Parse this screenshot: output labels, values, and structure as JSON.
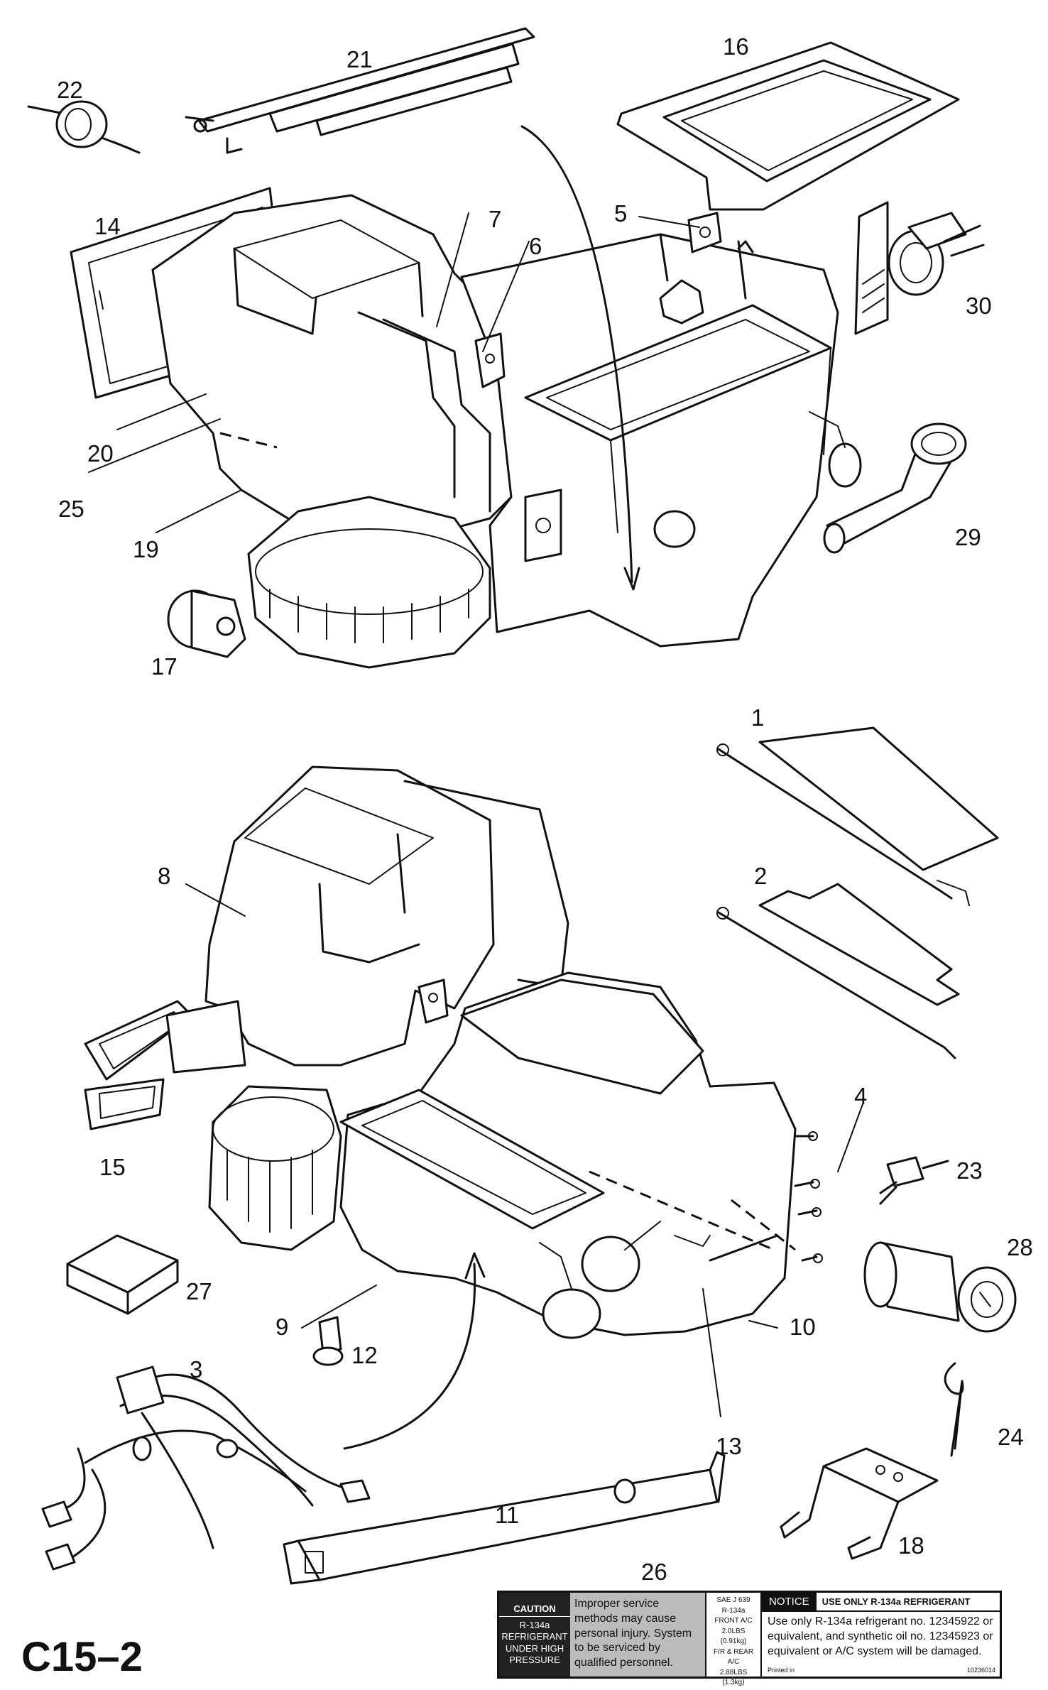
{
  "diagram_id": "C15–2",
  "callouts": [
    "1",
    "2",
    "3",
    "4",
    "5",
    "6",
    "7",
    "8",
    "9",
    "10",
    "11",
    "12",
    "13",
    "14",
    "15",
    "16",
    "17",
    "18",
    "19",
    "20",
    "21",
    "22",
    "23",
    "24",
    "25",
    "26",
    "27",
    "28",
    "29",
    "30"
  ],
  "label": {
    "caption_title": "CAUTION",
    "caption_lines": [
      "R-134a",
      "REFRIGERANT",
      "UNDER HIGH",
      "PRESSURE"
    ],
    "warning": "Improper service methods may cause personal injury. System to be serviced by qualified personnel.",
    "spec_lines": [
      "SAE J 639",
      "R-134a",
      "FRONT A/C",
      "2.0LBS (0.91kg)",
      "F/R & REAR A/C",
      "2.88LBS (1.3kg)"
    ],
    "notice_title": "NOTICE",
    "notice_sub": "USE ONLY R-134a REFRIGERANT",
    "notice_body": "Use only R-134a refrigerant no. 12345922 or equivalent, and synthetic oil no. 12345923 or equivalent or A/C system will be damaged.",
    "printed_in": "Printed in",
    "part_code": "10236014"
  }
}
